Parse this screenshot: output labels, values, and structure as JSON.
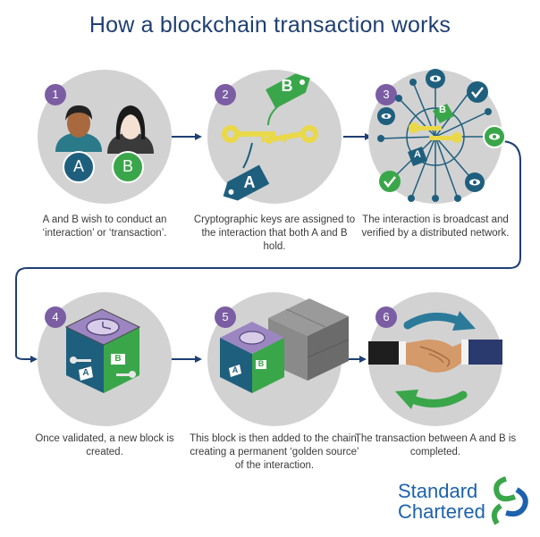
{
  "title": "How a blockchain transaction works",
  "steps": [
    {
      "number": "1",
      "caption": "A and B wish to conduct an ‘interaction’ or ‘transaction’.",
      "labels": [
        "A",
        "B"
      ]
    },
    {
      "number": "2",
      "caption": "Cryptographic keys are assigned to the interaction that both A and B hold.",
      "labels": [
        "A",
        "B"
      ]
    },
    {
      "number": "3",
      "caption": "The interaction is broadcast and verified by a distributed network.",
      "labels": [
        "A",
        "B"
      ]
    },
    {
      "number": "4",
      "caption": "Once validated, a new block is created.",
      "labels": [
        "A",
        "B"
      ]
    },
    {
      "number": "5",
      "caption": "This block is then added to the chain, creating a permanent ‘golden source’ of the interaction.",
      "labels": [
        "A",
        "B"
      ]
    },
    {
      "number": "6",
      "caption": "The transaction between A and B is completed."
    }
  ],
  "brand": {
    "line1": "Standard",
    "line2": "Chartered"
  },
  "colors": {
    "circle": "#d2d2d2",
    "badge": "#7b5da3",
    "title": "#1f3f73",
    "arrow": "#1f3f73",
    "teal": "#1f5f7e",
    "green": "#3aa64a",
    "key": "#e9d84a",
    "brand_blue": "#1d62ad",
    "brand_green": "#3aa64a"
  }
}
